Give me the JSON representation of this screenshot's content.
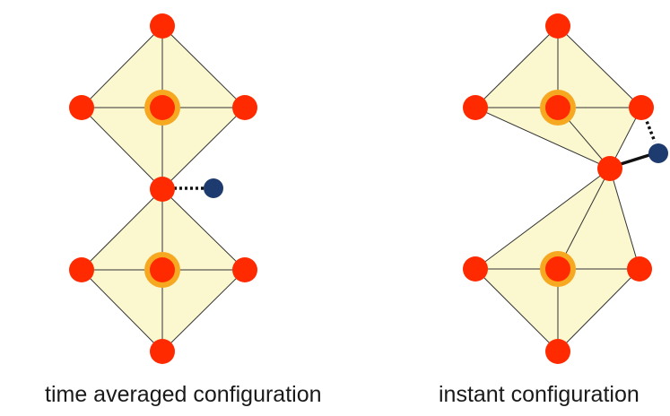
{
  "panels": [
    {
      "caption": "time averaged configuration"
    },
    {
      "caption": "instant configuration"
    }
  ],
  "colors": {
    "octahedron_fill": "#fbf7cf",
    "edge_stroke": "#333333",
    "oxygen": "#ff2a00",
    "metal_halo": "#f6a821",
    "metal_core": "#ff2a00",
    "proton": "#1d3b6e",
    "bond": "#111111"
  },
  "icons": [
    "oxygen-atom",
    "metal-atom",
    "proton-atom",
    "hydrogen-bond",
    "covalent-bond"
  ]
}
